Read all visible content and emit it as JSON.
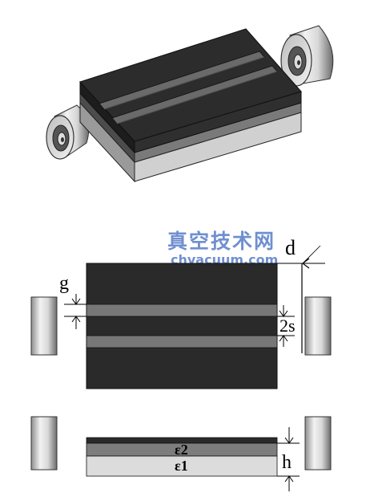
{
  "watermark": {
    "title": "真空技术网",
    "site": "chvacuum.com",
    "color": "#6f8fd0"
  },
  "labels": {
    "d": "d",
    "g": "g",
    "two_s": "2s",
    "h": "h",
    "eps2": "ε2",
    "eps1": "ε1"
  },
  "colors": {
    "block_dark": "#2a2a2a",
    "block_top": "#333333",
    "strip": "#777777",
    "layer_eps2": "#7d7d7d",
    "layer_eps1": "#dcdcdc",
    "dim_line": "#000000"
  }
}
